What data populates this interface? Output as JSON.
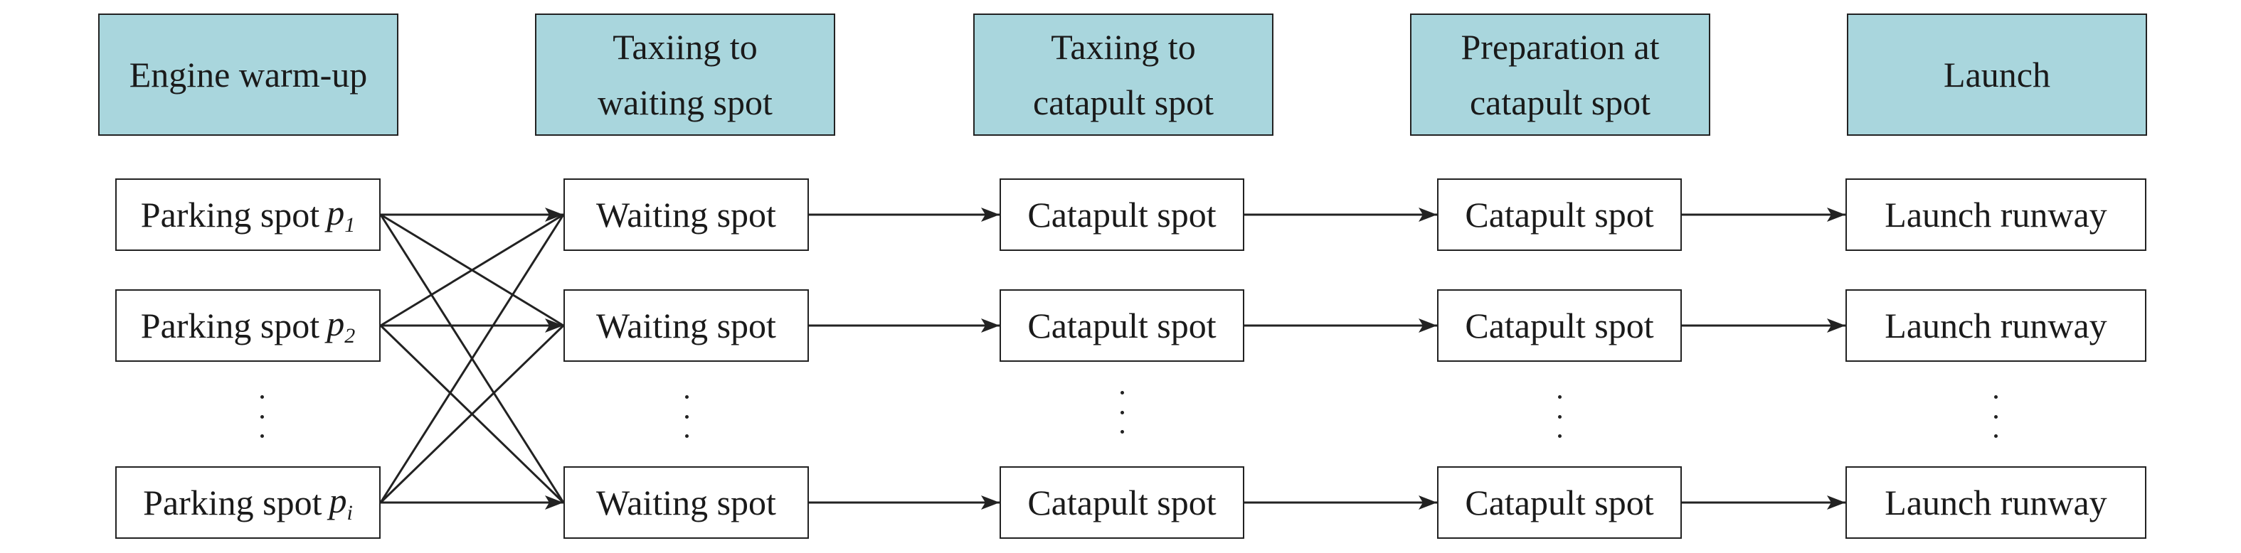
{
  "stages": [
    "Engine warm-up",
    "Taxiing to\nwaiting spot",
    "Taxiing to\ncatapult spot",
    "Preparation at\ncatapult spot",
    "Launch"
  ],
  "parking": {
    "label": "Parking spot",
    "symbol": "p",
    "subscripts": [
      "1",
      "2",
      "i"
    ]
  },
  "waiting": {
    "label": "Waiting spot"
  },
  "catapult_a": {
    "label": "Catapult spot"
  },
  "catapult_b": {
    "label": "Catapult spot"
  },
  "runway": {
    "label": "Launch runway"
  },
  "ellipsis": "⋮"
}
